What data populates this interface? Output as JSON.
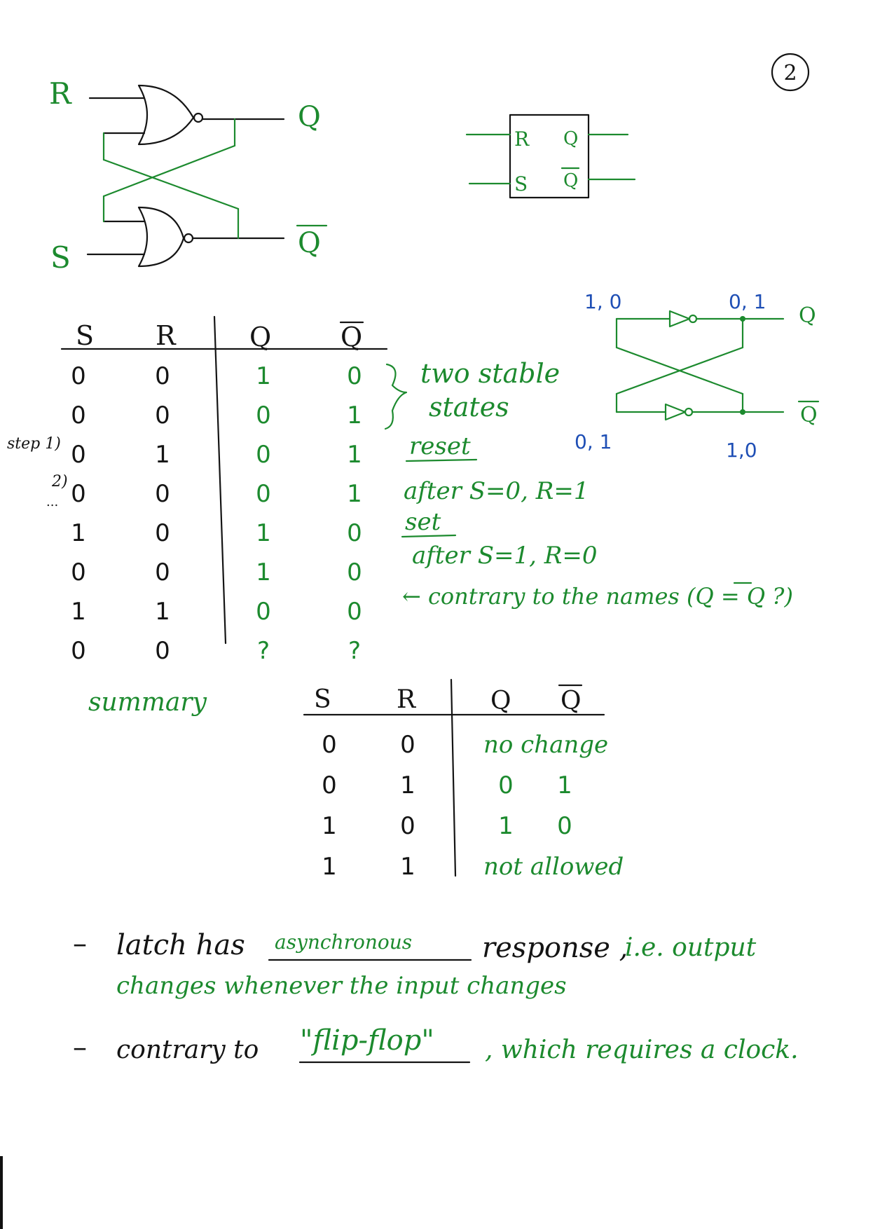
{
  "page": {
    "number": "2",
    "accent_green": "#1c8a2e",
    "ink_black": "#141414",
    "ink_blue": "#1f4fb5"
  },
  "latch_diagram": {
    "input_r": "R",
    "input_s": "S",
    "output_q": "Q",
    "output_qbar": "Q"
  },
  "block_symbol": {
    "r": "R",
    "s": "S",
    "q": "Q",
    "qbar": "Q"
  },
  "inverter_loop": {
    "top_left_values": "1, 0",
    "top_right_values": "0, 1",
    "bottom_left_values": "0, 1",
    "bottom_right_values": "1,0",
    "q": "Q",
    "qbar": "Q"
  },
  "truth_table": {
    "headers": [
      "S",
      "R",
      "Q",
      "Q"
    ],
    "rows": [
      [
        "0",
        "0",
        "1",
        "0"
      ],
      [
        "0",
        "0",
        "0",
        "1"
      ],
      [
        "0",
        "1",
        "0",
        "1"
      ],
      [
        "0",
        "0",
        "0",
        "1"
      ],
      [
        "1",
        "0",
        "1",
        "0"
      ],
      [
        "0",
        "0",
        "1",
        "0"
      ],
      [
        "1",
        "1",
        "0",
        "0"
      ],
      [
        "0",
        "0",
        "?",
        "?"
      ]
    ],
    "step_1": "step 1)",
    "step_2": "2)",
    "step_dots": "...",
    "note_stable_1": "two stable",
    "note_stable_2": "states",
    "note_reset": "reset",
    "note_after_reset": "after S=0, R=1",
    "note_set": "set",
    "note_after_set": "after S=1, R=0",
    "note_contrary": "← contrary to the names (Q = Q ?)"
  },
  "summary": {
    "label": "summary",
    "headers": [
      "S",
      "R",
      "Q",
      "Q"
    ],
    "rows": [
      [
        "0",
        "0",
        "no change",
        ""
      ],
      [
        "0",
        "1",
        "0",
        "1"
      ],
      [
        "1",
        "0",
        "1",
        "0"
      ],
      [
        "1",
        "1",
        "not allowed",
        ""
      ]
    ]
  },
  "notes": {
    "bullet": "–",
    "line1_a": "latch has",
    "line1_b": "asynchronous",
    "line1_c": "response ,",
    "line1_d": "i.e. output",
    "line2": "changes whenever the input changes",
    "line3_a": "contrary to",
    "line3_b": "\"flip-flop\"",
    "line3_c": ", which requires a clock."
  }
}
